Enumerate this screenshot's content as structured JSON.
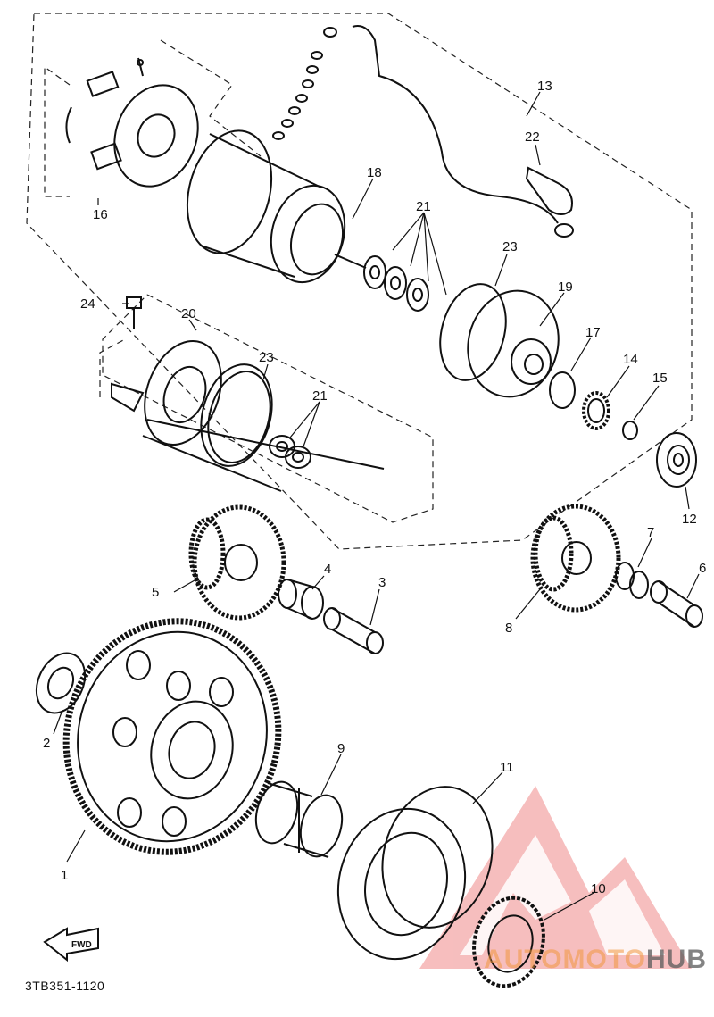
{
  "diagram": {
    "drawing_code": "3TB351-1120",
    "direction_arrow_label": "FWD",
    "callouts": [
      "1",
      "2",
      "3",
      "4",
      "5",
      "6",
      "7",
      "8",
      "9",
      "10",
      "11",
      "12",
      "13",
      "14",
      "15",
      "16",
      "17",
      "18",
      "19",
      "20",
      "21",
      "22",
      "23",
      "24"
    ]
  },
  "watermark": {
    "text_part1": "AUTOMOTO",
    "text_part2": "HUB",
    "logo_color": "#f08a8a",
    "accent_color": "#f0a050",
    "gray_color": "#666666"
  }
}
